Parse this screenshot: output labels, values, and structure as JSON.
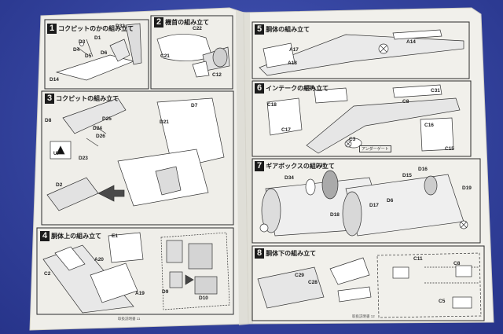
{
  "colors": {
    "background": "#3a49a8",
    "paper_left": "#efeee9",
    "paper_right": "#f1f0eb",
    "ink": "#1b1b1b"
  },
  "left_page": {
    "steps": [
      {
        "number": "1",
        "title": "コクピットのかの組み立て"
      },
      {
        "number": "2",
        "title": "機首の組み立て"
      },
      {
        "number": "3",
        "title": "コクピットの組み立て"
      },
      {
        "number": "4",
        "title": "胴体上の組み立て"
      }
    ],
    "part_labels": [
      "D1",
      "D3",
      "D4",
      "D5",
      "D6",
      "D14",
      "D32",
      "C22",
      "C21",
      "C12",
      "D7",
      "D8",
      "D21",
      "D24",
      "D25",
      "D26",
      "D23",
      "D2",
      "E1",
      "C2",
      "A20",
      "A19",
      "D9",
      "D10"
    ],
    "up_label": "UP",
    "footer": "取扱説明書 11"
  },
  "right_page": {
    "steps": [
      {
        "number": "5",
        "title": "胴体の組み立て"
      },
      {
        "number": "6",
        "title": "インテークの組み立て"
      },
      {
        "number": "7",
        "title": "ギアボックスの組み立て"
      },
      {
        "number": "8",
        "title": "胴体下の組み立て"
      }
    ],
    "part_labels": [
      "A17",
      "A18",
      "A14",
      "C30",
      "C18",
      "C17",
      "C31",
      "C8",
      "C16",
      "C15",
      "C3",
      "D33",
      "D34",
      "D18",
      "D17",
      "D6",
      "D15",
      "D16",
      "D19",
      "C29",
      "C28",
      "C11",
      "C8",
      "C5"
    ],
    "tag_label": "アンダーゲート",
    "footer": "取扱説明書 12"
  }
}
